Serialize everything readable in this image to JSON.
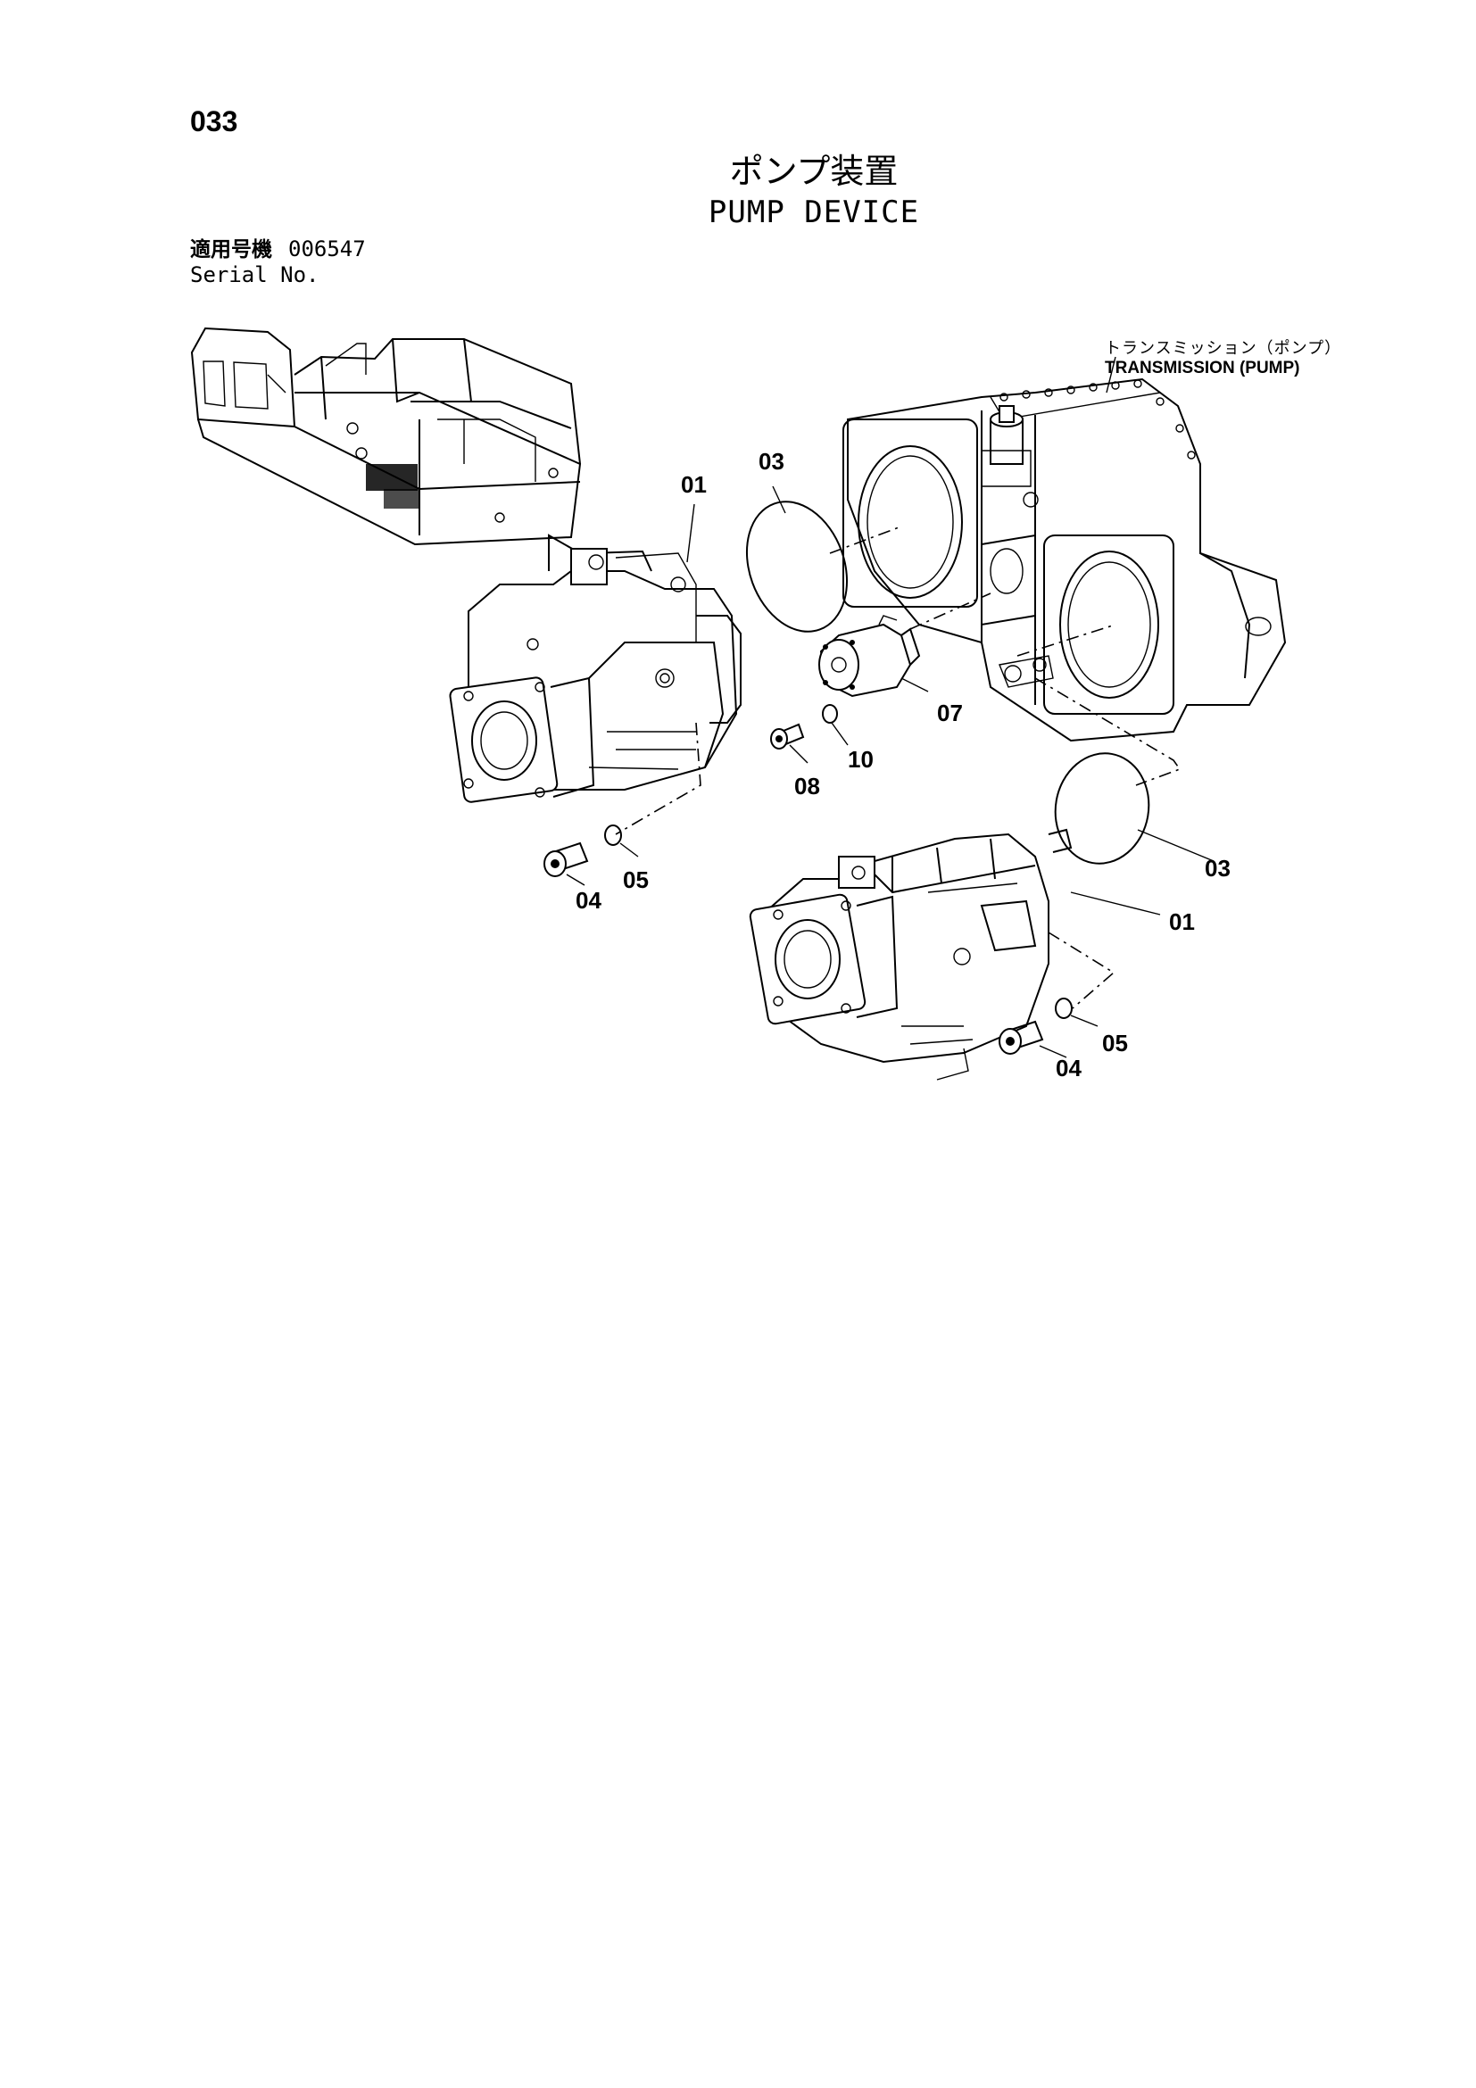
{
  "page": {
    "number": "033",
    "title_jp": "ポンプ装置",
    "title_en": "PUMP DEVICE"
  },
  "serial": {
    "label_jp": "適用号機",
    "value": "006547",
    "label_en": "Serial No."
  },
  "transmission": {
    "label_jp": "トランスミッション（ポンプ）",
    "label_en": "TRANSMISSION (PUMP)"
  },
  "callouts": {
    "pump_upper": "01",
    "oring_upper": "03",
    "gear_pump": "07",
    "washer_gear": "10",
    "bolt_gear": "08",
    "washer_upper": "05",
    "bolt_upper": "04",
    "oring_lower": "03",
    "pump_lower": "01",
    "washer_lower": "05",
    "bolt_lower": "04"
  }
}
